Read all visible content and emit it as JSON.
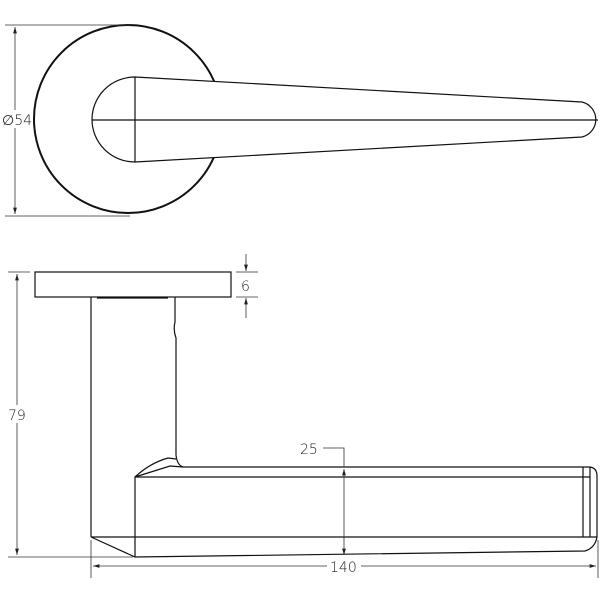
{
  "drawing": {
    "top_view": {
      "diameter_label": "∅54"
    },
    "side_view": {
      "height_label": "79",
      "rose_thickness_label": "6",
      "lever_height_label": "25",
      "length_label": "140"
    }
  }
}
